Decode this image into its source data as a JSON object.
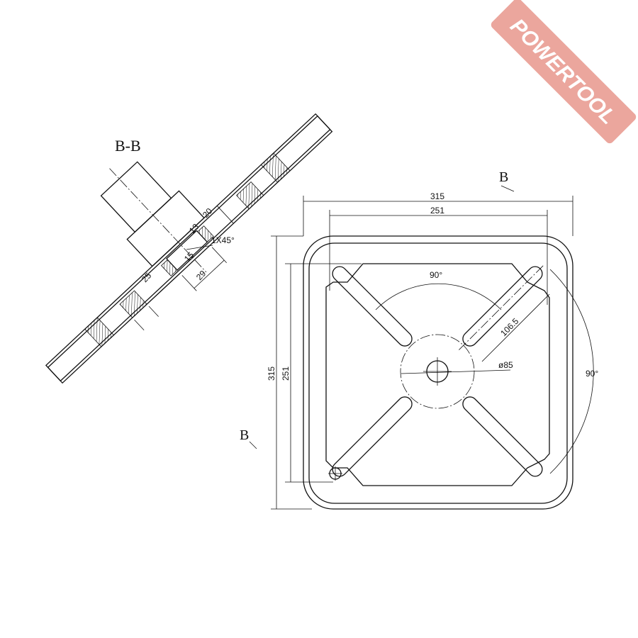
{
  "watermark": {
    "text": "POWERTOOL",
    "color": "#e8968c"
  },
  "section_view": {
    "title": "B-B",
    "dims": {
      "d20": "20",
      "d13": "13",
      "chamfer": "1X45°",
      "d15": "15",
      "d25": "25",
      "d29": "29"
    }
  },
  "plan_view": {
    "section_mark_top": "B",
    "section_mark_left": "B",
    "width_outer": "315",
    "width_inner": "251",
    "height_outer": "315",
    "height_inner": "251",
    "slot_angle": "90°",
    "slot_length": "106.5",
    "hub_diameter": "ø85",
    "outer_angle": "90°"
  }
}
